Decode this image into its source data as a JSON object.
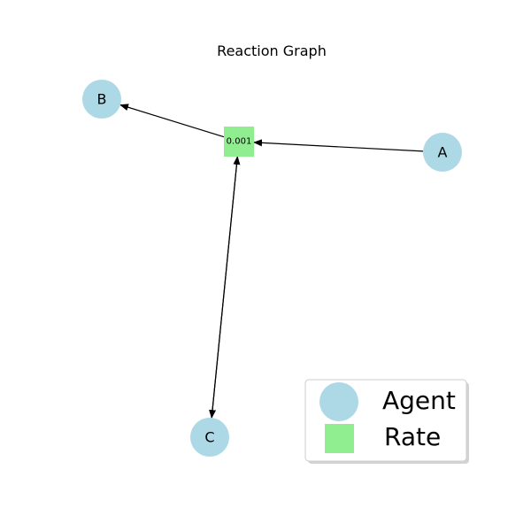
{
  "title": "Reaction Graph",
  "colors": {
    "agent": "#add8e6",
    "rate": "#90ee90",
    "edge": "#000000",
    "legend_border": "#cccccc"
  },
  "nodes": {
    "A": {
      "label": "A",
      "kind": "agent"
    },
    "B": {
      "label": "B",
      "kind": "agent"
    },
    "C": {
      "label": "C",
      "kind": "agent"
    },
    "R1": {
      "label": "0.001",
      "kind": "rate"
    }
  },
  "edges": [
    {
      "from": "A",
      "to": "R1",
      "directed": true
    },
    {
      "from": "R1",
      "to": "B",
      "directed": true
    },
    {
      "from": "R1",
      "to": "C",
      "directed": true
    },
    {
      "from": "C",
      "to": "R1",
      "directed": true
    }
  ],
  "legend": {
    "items": [
      {
        "label": "Agent",
        "shape": "circle",
        "kind": "agent"
      },
      {
        "label": "Rate",
        "shape": "square",
        "kind": "rate"
      }
    ]
  }
}
